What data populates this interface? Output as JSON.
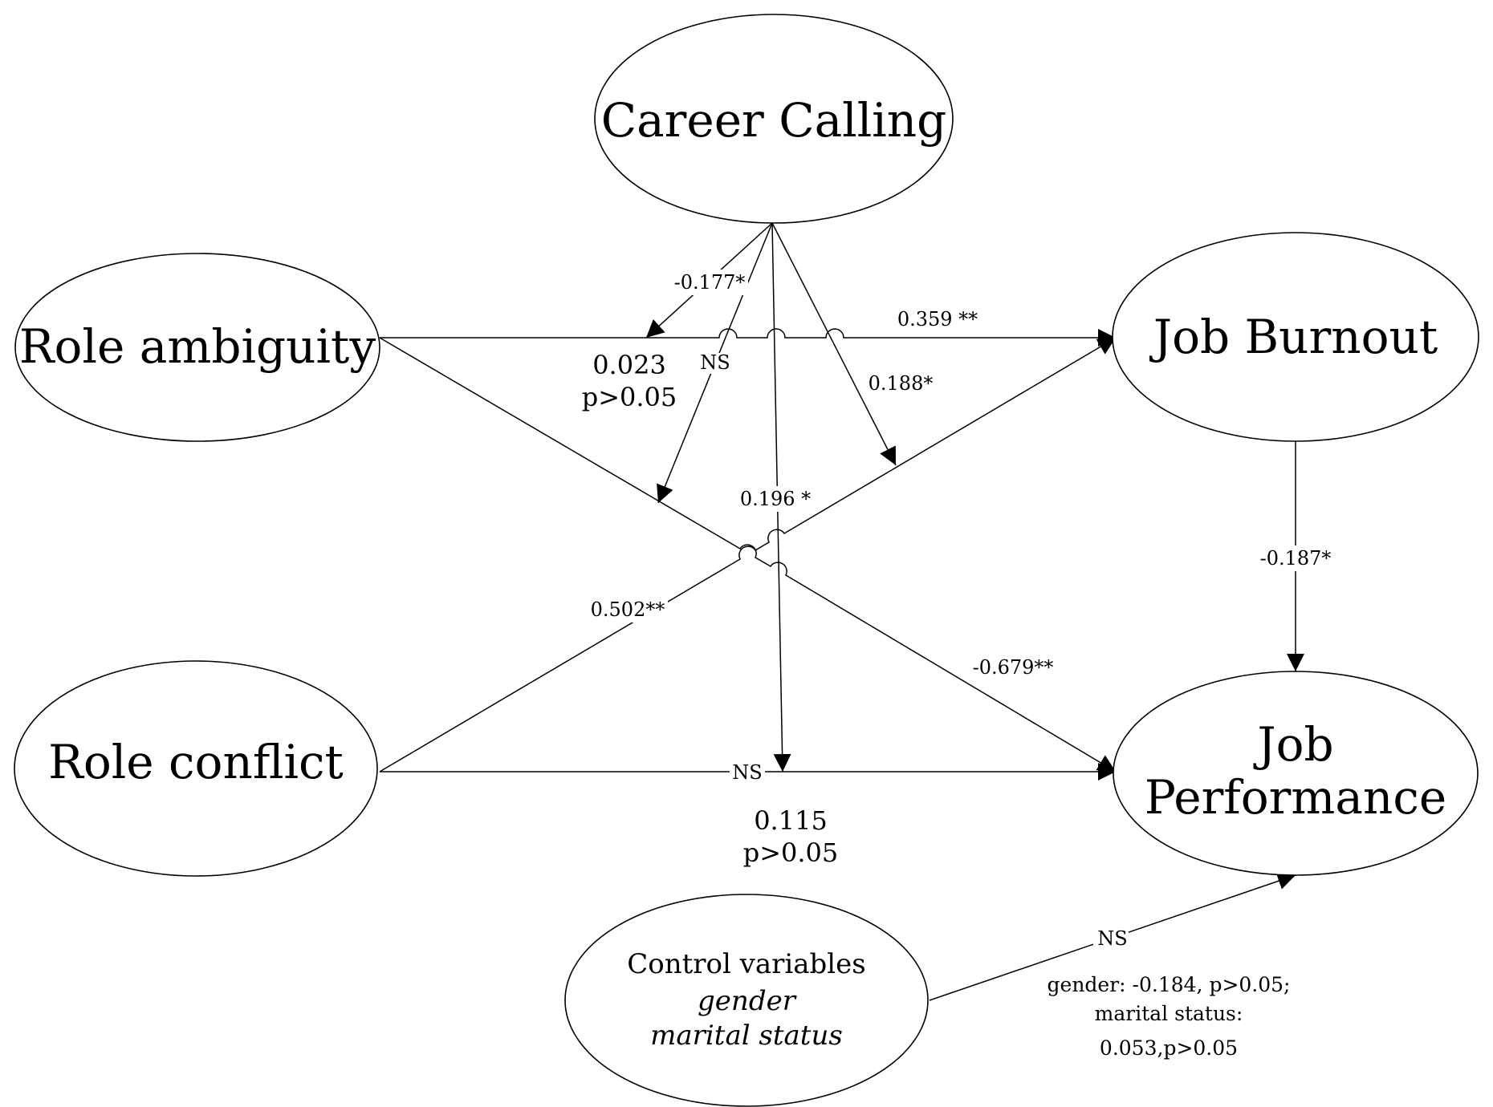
{
  "nodes": {
    "career_calling": "Career Calling",
    "role_ambiguity": "Role ambiguity",
    "job_burnout": "Job Burnout",
    "role_conflict": "Role conflict",
    "job_performance_line1": "Job",
    "job_performance_line2": "Performance",
    "control_title": "Control variables",
    "control_var1": "gender",
    "control_var2": "marital status"
  },
  "paths": {
    "cc_on_ra_jb": "-0.177*",
    "ra_jb_mod_value": "0.023",
    "ra_jb_mod_p": "p>0.05",
    "cc_on_ra_jp": "NS",
    "cc_on_rc_jp": "0.196 *",
    "cc_on_rc_jb": "0.188*",
    "ra_to_jb": "0.359 **",
    "rc_to_jb": "0.502**",
    "ra_to_jp": "-0.679**",
    "rc_to_jp": "NS",
    "rc_jp_value": "0.115",
    "rc_jp_p": "p>0.05",
    "jb_to_jp": "-0.187*",
    "control_to_jp": "NS"
  },
  "control_note": {
    "line1": "gender: -0.184, p>0.05;",
    "line2": "marital status:",
    "line3": "0.053,p>0.05"
  }
}
